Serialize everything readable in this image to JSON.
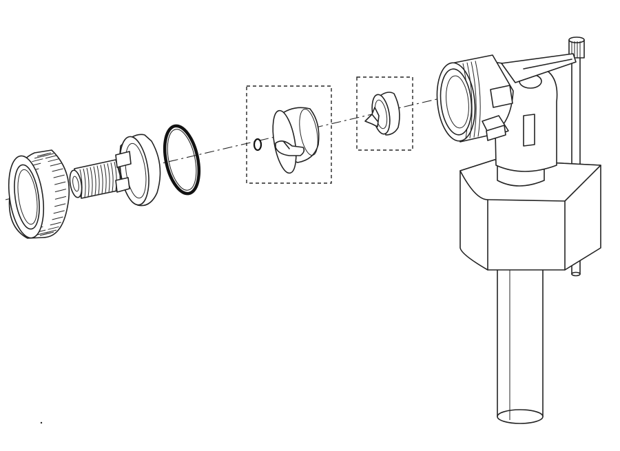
{
  "diagram": {
    "parts": [
      {
        "id": "knurled-nut",
        "icon": "knurled-nut-icon"
      },
      {
        "id": "threaded-shank",
        "icon": "threaded-shank-icon"
      },
      {
        "id": "o-ring-large",
        "icon": "o-ring-icon"
      },
      {
        "id": "o-ring-small",
        "icon": "o-ring-icon"
      },
      {
        "id": "valve-cap",
        "icon": "valve-cap-icon"
      },
      {
        "id": "valve-seal",
        "icon": "valve-seal-icon"
      },
      {
        "id": "fill-valve-body",
        "icon": "fill-valve-icon"
      }
    ],
    "colors": {
      "line": "#222222",
      "background": "#ffffff"
    }
  }
}
